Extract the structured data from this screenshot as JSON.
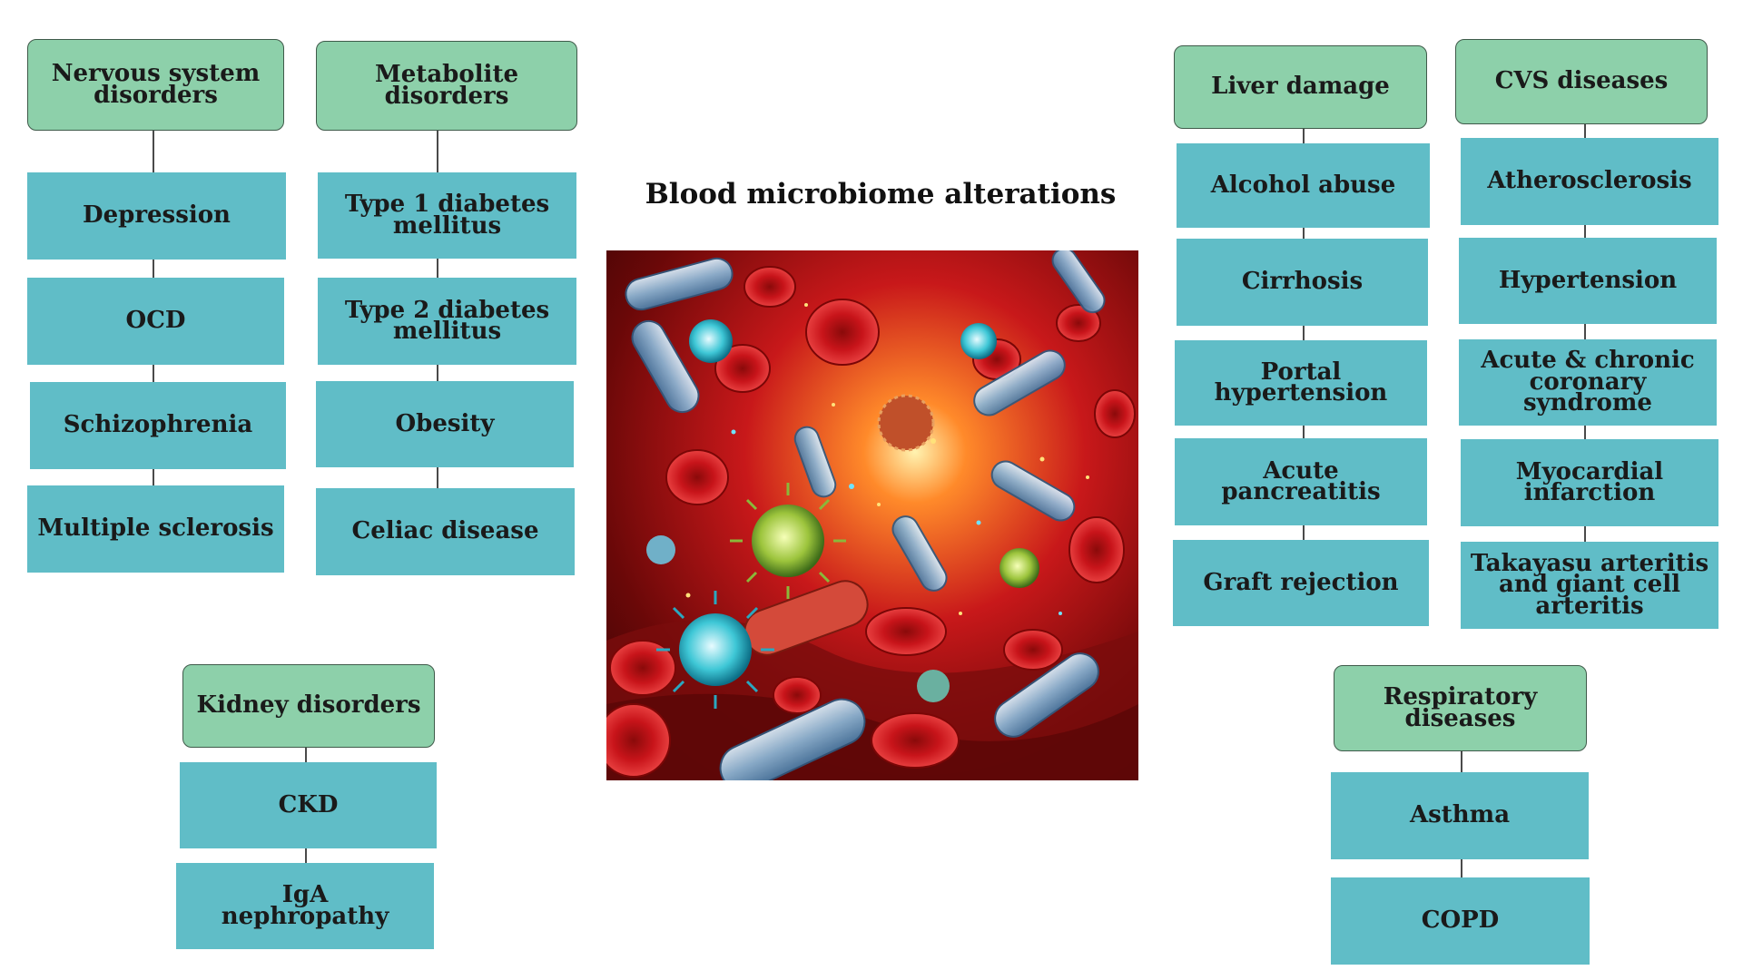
{
  "title": "Blood microbiome alterations",
  "artwork": {
    "description_icon": "blood-cells-and-microbes-illustration"
  },
  "colors": {
    "category_fill": "#8dd0aa",
    "item_fill": "#60bdc7",
    "connector": "#4a4a4a"
  },
  "groups": {
    "nervous": {
      "title": "Nervous system\ndisorders",
      "items": [
        "Depression",
        "OCD",
        "Schizophrenia",
        "Multiple sclerosis"
      ]
    },
    "metabolite": {
      "title": "Metabolite\ndisorders",
      "items": [
        "Type 1 diabetes\nmellitus",
        "Type 2 diabetes\nmellitus",
        "Obesity",
        "Celiac disease"
      ]
    },
    "kidney": {
      "title": "Kidney disorders",
      "items": [
        "CKD",
        "IgA\nnephropathy"
      ]
    },
    "liver": {
      "title": "Liver damage",
      "items": [
        "Alcohol abuse",
        "Cirrhosis",
        "Portal\nhypertension",
        "Acute\npancreatitis",
        "Graft rejection"
      ]
    },
    "cvs": {
      "title": "CVS diseases",
      "items": [
        "Atherosclerosis",
        "Hypertension",
        "Acute & chronic\ncoronary\nsyndrome",
        "Myocardial\ninfarction",
        "Takayasu arteritis\nand giant cell\narteritis"
      ]
    },
    "respiratory": {
      "title": "Respiratory\ndiseases",
      "items": [
        "Asthma",
        "COPD"
      ]
    }
  }
}
